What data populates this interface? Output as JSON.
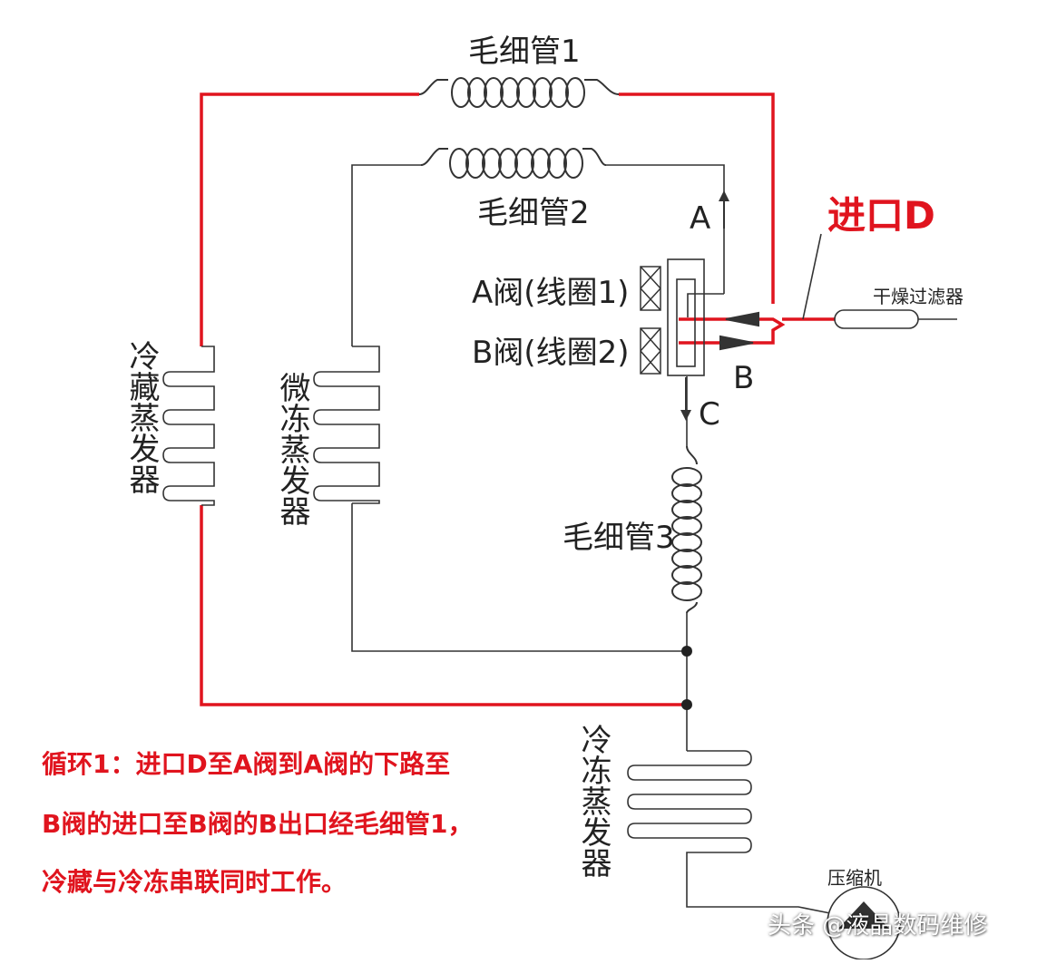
{
  "labels": {
    "capillary1": "毛细管1",
    "capillary2": "毛细管2",
    "capillary3": "毛细管3",
    "valve_a": "A阀(线圈1)",
    "valve_b": "B阀(线圈2)",
    "inlet_d": "进口D",
    "dryer_filter": "干燥过滤器",
    "port_a": "A",
    "port_b": "B",
    "port_c": "C",
    "fridge_evaporator": "冷藏蒸发器",
    "softfreeze_evaporator": "微冻蒸发器",
    "freezer_evaporator": "冷冻蒸发器",
    "compressor": "压缩机"
  },
  "caption": {
    "line1": "循环1：进口D至A阀到A阀的下路至",
    "line2": "B阀的进口至B阀的B出口经毛细管1，",
    "line3": "冷藏与冷冻串联同时工作。"
  },
  "watermark": "头条 @液晶数码维修",
  "colors": {
    "highlight": "#e0141e",
    "line": "#333333",
    "background": "#ffffff"
  }
}
